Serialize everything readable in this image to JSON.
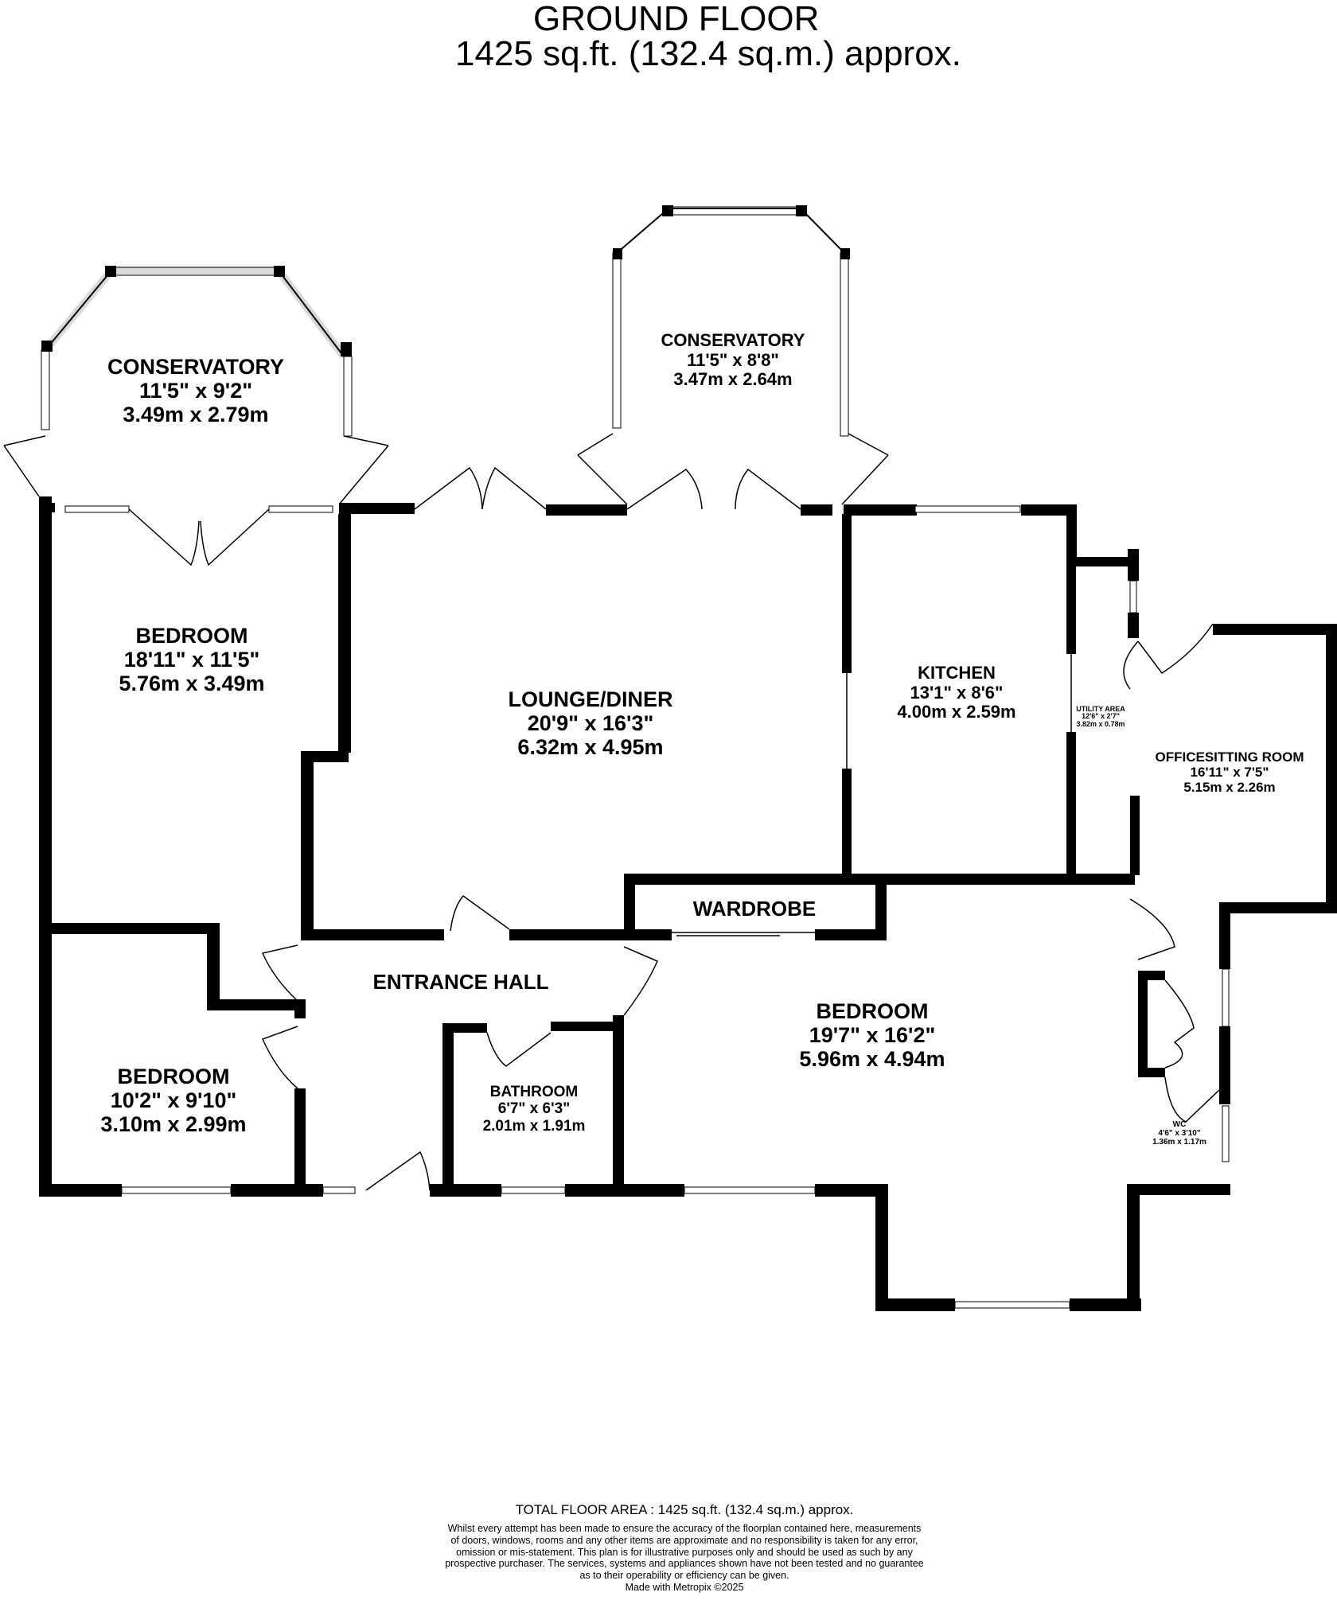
{
  "header": {
    "line1": "GROUND FLOOR",
    "line2": "1425 sq.ft. (132.4 sq.m.) approx."
  },
  "rooms": {
    "conservatory_left": {
      "name": "CONSERVATORY",
      "imperial": "11'5\"  x 9'2\"",
      "metric": "3.49m  x 2.79m"
    },
    "conservatory_right": {
      "name": "CONSERVATORY",
      "imperial": "11'5\"  x 8'8\"",
      "metric": "3.47m  x 2.64m"
    },
    "bedroom_main_left": {
      "name": "BEDROOM",
      "imperial": "18'11\"  x 11'5\"",
      "metric": "5.76m  x 3.49m"
    },
    "lounge_diner": {
      "name": "LOUNGE/DINER",
      "imperial": "20'9\"  x 16'3\"",
      "metric": "6.32m  x 4.95m"
    },
    "kitchen": {
      "name": "KITCHEN",
      "imperial": "13'1\"  x 8'6\"",
      "metric": "4.00m  x 2.59m"
    },
    "utility_area": {
      "name": "UTILITY AREA",
      "imperial": "12'6\"  x 2'7\"",
      "metric": "3.82m  x 0.78m"
    },
    "office_sitting_room": {
      "name": "OFFICESITTING ROOM",
      "imperial": "16'11\"  x 7'5\"",
      "metric": "5.15m  x 2.26m"
    },
    "wardrobe": {
      "name": "WARDROBE"
    },
    "entrance_hall": {
      "name": "ENTRANCE HALL"
    },
    "bedroom_small": {
      "name": "BEDROOM",
      "imperial": "10'2\"  x 9'10\"",
      "metric": "3.10m  x 2.99m"
    },
    "bathroom": {
      "name": "BATHROOM",
      "imperial": "6'7\"  x 6'3\"",
      "metric": "2.01m  x 1.91m"
    },
    "bedroom_right": {
      "name": "BEDROOM",
      "imperial": "19'7\"  x 16'2\"",
      "metric": "5.96m  x 4.94m"
    },
    "wc": {
      "name": "WC",
      "imperial": "4'6\"  x 3'10\"",
      "metric": "1.36m  x 1.17m"
    }
  },
  "footer": {
    "total": "TOTAL FLOOR AREA : 1425 sq.ft. (132.4 sq.m.) approx.",
    "disclaimer_lines": [
      "Whilst every attempt has been made to ensure the accuracy of the floorplan contained here, measurements",
      "of doors, windows, rooms and any other items are approximate and no responsibility is taken for any error,",
      "omission or mis-statement. This plan is for illustrative purposes only and should be used as such by any",
      "prospective purchaser. The services, systems and appliances shown have not been tested and no guarantee",
      "as to their operability or efficiency can be given."
    ],
    "made_with": "Made with Metropix ©2025"
  }
}
